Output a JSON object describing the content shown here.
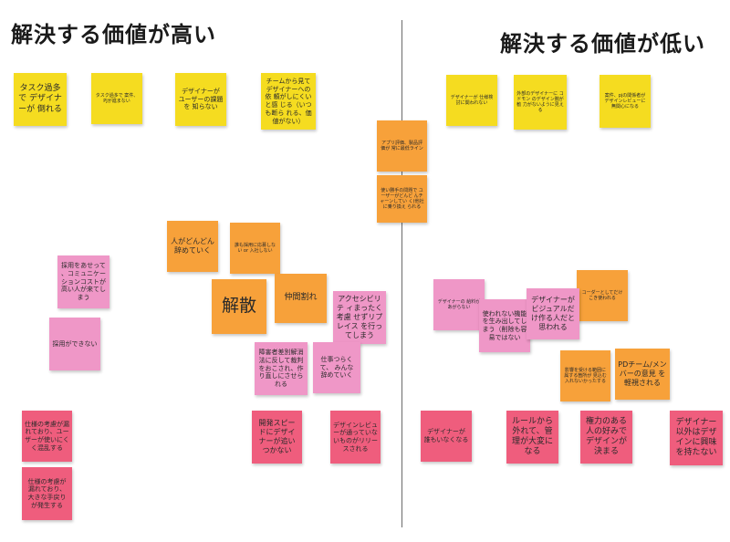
{
  "headings": {
    "high": "解決する価値が高い",
    "low": "解決する価値が低い"
  },
  "notes": {
    "y1": "タスク過多で デザイナーが 倒れる",
    "y2": "タスク過多で 案件、PJが進まない",
    "y3": "デザイナーが ユーザーの課題を 知らない",
    "y4": "チームから見て デザイナーへの依 頼がしにくいと感 じる（いつも断ら れる、価値がない）",
    "y5": "デザイナーが 仕様検討に関われない",
    "y6": "外部のデザイナーに コドモン のデザイン腕が勧 力がないように見える",
    "y7": "案件、pjの関係者が デザインレビューに 無関心になる",
    "o1": "アプリ評価、製品評価が 常に最低ライン",
    "o2": "使い勝手の問題で ユーザーがどんど んチャーンしてい く(他社に乗り換え られる",
    "o3": "人がどんどん 辞めていく",
    "o4": "誰も採用に応募しない or 入社しない",
    "o5": "解散",
    "o6": "仲間割れ",
    "o7": "コーダーとしてだけ こき使われる",
    "o8": "影響を受ける範囲に属する箇所が 見込む入れないかったする",
    "o9": "PDチーム/メン バーの意見 を軽視される",
    "p1": "採用をあせって 、コミュニケー ションコストが 高い人が来てし まう",
    "p2": "採用ができない",
    "p3": "アクセシビリテ ィまったく考慮 せずリプレイス を行ってしまう",
    "p4": "障害者差別解消 法に反して裁判 をおこされ、作 り直しにさせら れる",
    "p5": "仕事つらくて、 みんな 辞めていく",
    "p6": "デザイナーの 給料があがらない",
    "p7": "使われない機能 を生み出してし まう（削除も容 易ではない",
    "p8": "デザイナーが ビジュアルだ け作る人だと 思われる",
    "r1": "仕様の考慮が漏 れており、ユー ザーが使いにく く混乱する",
    "r2": "仕様の考慮が 漏れており、 大きな手戻り が発生する",
    "r3": "開発スピー ドにデザイ ナーが追い つかない",
    "r4": "デザインレビュ ーが通っていな いものがリリー スされる",
    "r5": "デザイナーが 誰もいなくなる",
    "r6": "ルールから 外れて、管 理が大変に なる",
    "r7": "権力のある 人の好みで デザインが 決まる",
    "r8": "デザイナー 以外はデザ インに興味 を持たない"
  },
  "colors": {
    "yellow": "#f5dc20",
    "orange": "#f7a13a",
    "pink": "#ef97c7",
    "red": "#ef5d7d"
  }
}
